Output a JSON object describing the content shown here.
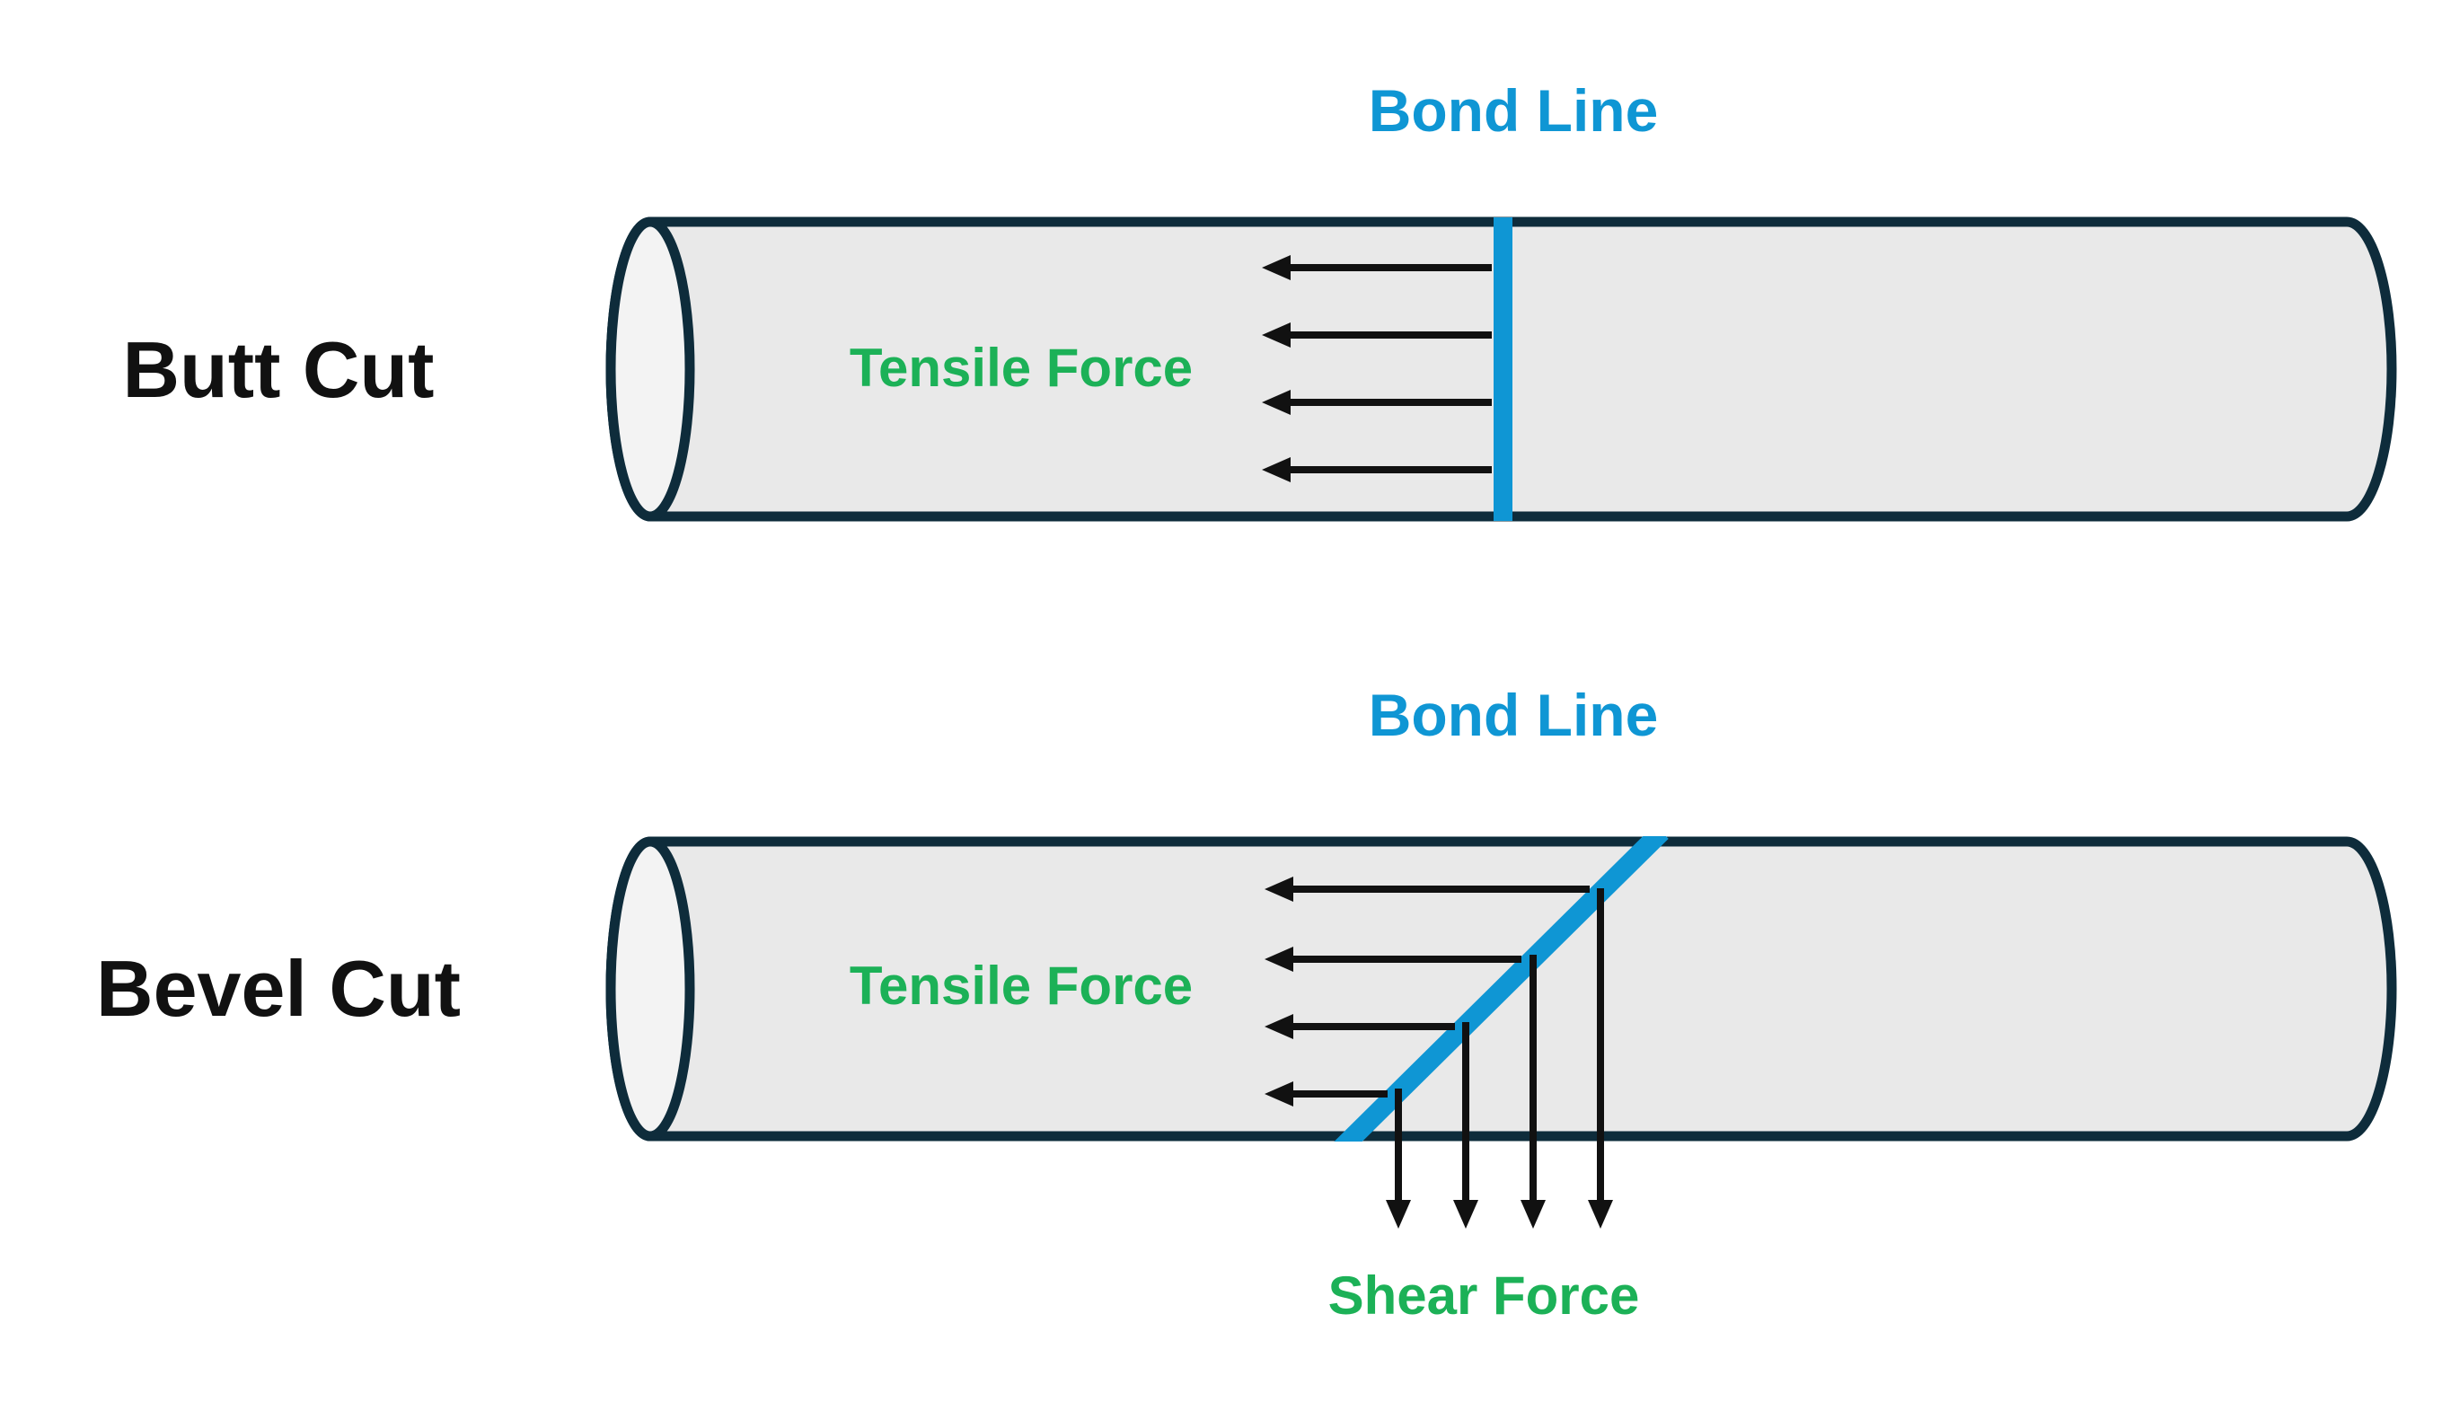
{
  "colors": {
    "background": "#ffffff",
    "cylinder_fill": "#e9e9e9",
    "cap_fill": "#f3f3f3",
    "outline": "#0e2c3b",
    "bond_blue": "#0f96d4",
    "force_green": "#1cb157",
    "arrow_black": "#111111",
    "label_black": "#111111"
  },
  "diagrams": {
    "butt": {
      "title": "Butt Cut",
      "bond_line_label": "Bond Line",
      "tensile_label": "Tensile Force"
    },
    "bevel": {
      "title": "Bevel Cut",
      "bond_line_label": "Bond Line",
      "tensile_label": "Tensile Force",
      "shear_label": "Shear Force"
    }
  }
}
